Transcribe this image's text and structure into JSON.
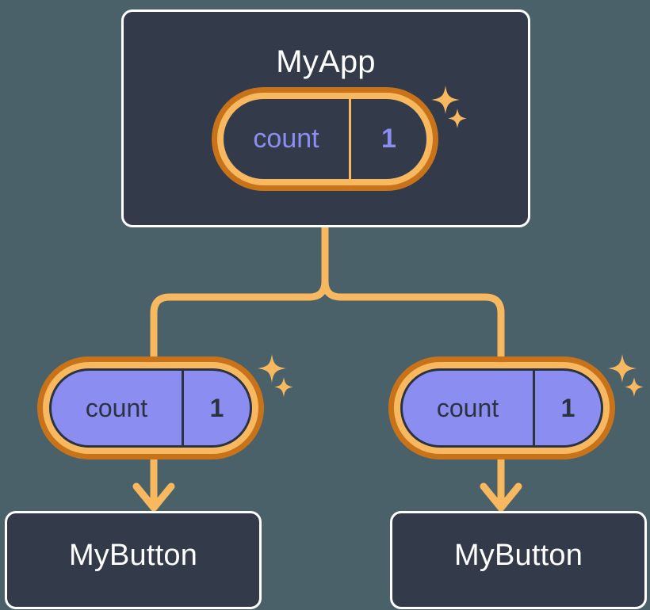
{
  "diagram": {
    "title_text": "MyApp",
    "background_color": "#4a6169",
    "accent_color": "#f7b860",
    "accent_dark_color": "#c8731a",
    "state_fill_color": "#8b8ef0",
    "box_fill_color": "#333b4a",
    "box_border_color": "#ffffff",
    "type": "component-tree"
  },
  "root": {
    "label": "MyApp",
    "state": {
      "key": "count",
      "value": "1",
      "variant": "ghost"
    }
  },
  "children": [
    {
      "state": {
        "key": "count",
        "value": "1",
        "variant": "filled"
      },
      "label": "MyButton"
    },
    {
      "state": {
        "key": "count",
        "value": "1",
        "variant": "filled"
      },
      "label": "MyButton"
    }
  ]
}
